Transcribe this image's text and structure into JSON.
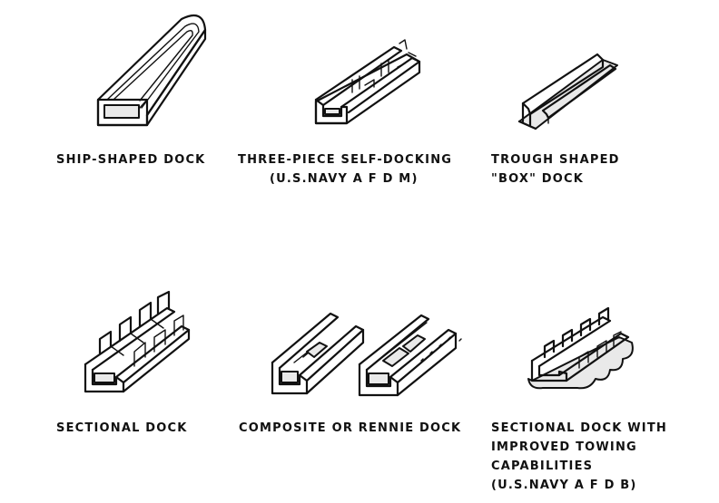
{
  "docks": [
    {
      "lines": [
        "SHIP-SHAPED DOCK"
      ]
    },
    {
      "lines": [
        "THREE-PIECE SELF-DOCKING",
        "(U.S.NAVY A F D M)"
      ]
    },
    {
      "lines": [
        "TROUGH SHAPED",
        "\"BOX\" DOCK"
      ]
    },
    {
      "lines": [
        "SECTIONAL DOCK"
      ]
    },
    {
      "lines": [
        "COMPOSITE OR RENNIE DOCK"
      ]
    },
    {
      "lines": [
        "SECTIONAL DOCK WITH",
        "IMPROVED TOWING",
        "CAPABILITIES",
        "(U.S.NAVY A F D B)"
      ]
    }
  ]
}
